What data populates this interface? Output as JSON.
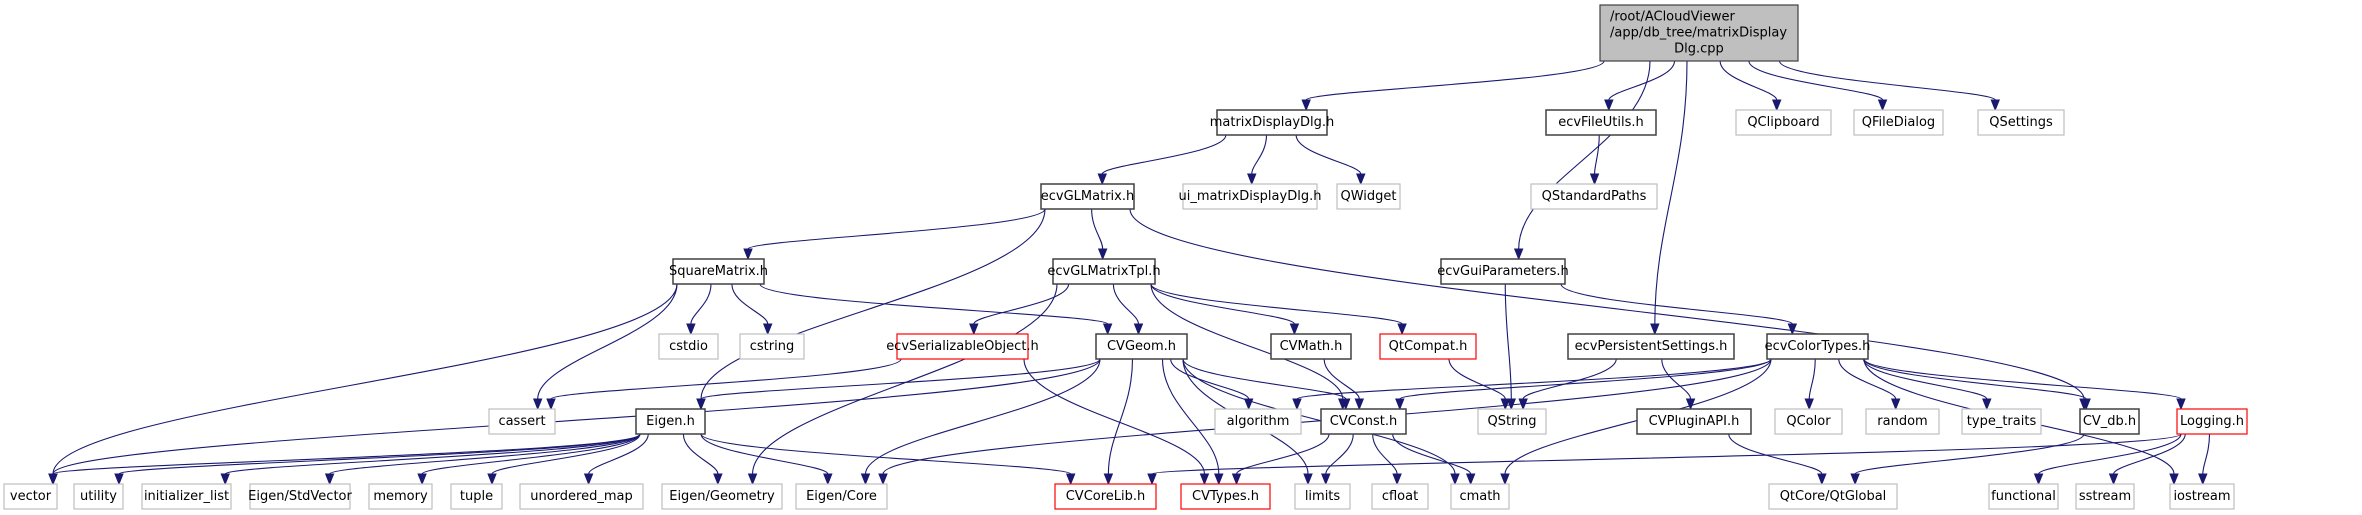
{
  "title": "Include dependency graph for matrixDisplayDlg.cpp",
  "colors": {
    "edge": "#191970",
    "root_fill": "#bfbfbf",
    "documented_border": "#404040",
    "external_border": "#bfbfbf",
    "undocumented_border": "#ff0000"
  },
  "nodes": [
    {
      "id": "root",
      "kind": "root",
      "lines": [
        "/root/ACloudViewer",
        "/app/db_tree/matrixDisplay",
        "Dlg.cpp"
      ]
    },
    {
      "id": "matrixDisplayDlg",
      "kind": "doc",
      "lines": [
        "matrixDisplayDlg.h"
      ]
    },
    {
      "id": "ecvFileUtils",
      "kind": "doc",
      "lines": [
        "ecvFileUtils.h"
      ]
    },
    {
      "id": "QClipboard",
      "kind": "ext",
      "lines": [
        "QClipboard"
      ]
    },
    {
      "id": "QFileDialog",
      "kind": "ext",
      "lines": [
        "QFileDialog"
      ]
    },
    {
      "id": "QSettings",
      "kind": "ext",
      "lines": [
        "QSettings"
      ]
    },
    {
      "id": "ecvGLMatrix",
      "kind": "doc",
      "lines": [
        "ecvGLMatrix.h"
      ]
    },
    {
      "id": "ui_matrixDisplayDlg",
      "kind": "ext",
      "lines": [
        "ui_matrixDisplayDlg.h"
      ]
    },
    {
      "id": "QWidget",
      "kind": "ext",
      "lines": [
        "QWidget"
      ]
    },
    {
      "id": "QStandardPaths",
      "kind": "ext",
      "lines": [
        "QStandardPaths"
      ]
    },
    {
      "id": "SquareMatrix",
      "kind": "doc",
      "lines": [
        "SquareMatrix.h"
      ]
    },
    {
      "id": "ecvGLMatrixTpl",
      "kind": "doc",
      "lines": [
        "ecvGLMatrixTpl.h"
      ]
    },
    {
      "id": "ecvGuiParameters",
      "kind": "doc",
      "lines": [
        "ecvGuiParameters.h"
      ]
    },
    {
      "id": "cstdio",
      "kind": "ext",
      "lines": [
        "cstdio"
      ]
    },
    {
      "id": "cstring",
      "kind": "ext",
      "lines": [
        "cstring"
      ]
    },
    {
      "id": "ecvSerializableObject",
      "kind": "red",
      "lines": [
        "ecvSerializableObject.h"
      ]
    },
    {
      "id": "CVGeom",
      "kind": "doc",
      "lines": [
        "CVGeom.h"
      ]
    },
    {
      "id": "CVMath",
      "kind": "doc",
      "lines": [
        "CVMath.h"
      ]
    },
    {
      "id": "QtCompat",
      "kind": "red",
      "lines": [
        "QtCompat.h"
      ]
    },
    {
      "id": "ecvPersistentSettings",
      "kind": "doc",
      "lines": [
        "ecvPersistentSettings.h"
      ]
    },
    {
      "id": "ecvColorTypes",
      "kind": "doc",
      "lines": [
        "ecvColorTypes.h"
      ]
    },
    {
      "id": "cassert",
      "kind": "ext",
      "lines": [
        "cassert"
      ]
    },
    {
      "id": "Eigen",
      "kind": "doc",
      "lines": [
        "Eigen.h"
      ]
    },
    {
      "id": "algorithm",
      "kind": "ext",
      "lines": [
        "algorithm"
      ]
    },
    {
      "id": "CVConst",
      "kind": "doc",
      "lines": [
        "CVConst.h"
      ]
    },
    {
      "id": "QString",
      "kind": "ext",
      "lines": [
        "QString"
      ]
    },
    {
      "id": "CVPluginAPI",
      "kind": "doc",
      "lines": [
        "CVPluginAPI.h"
      ]
    },
    {
      "id": "QColor",
      "kind": "ext",
      "lines": [
        "QColor"
      ]
    },
    {
      "id": "random",
      "kind": "ext",
      "lines": [
        "random"
      ]
    },
    {
      "id": "type_traits",
      "kind": "ext",
      "lines": [
        "type_traits"
      ]
    },
    {
      "id": "CV_db",
      "kind": "doc",
      "lines": [
        "CV_db.h"
      ]
    },
    {
      "id": "Logging",
      "kind": "red",
      "lines": [
        "Logging.h"
      ]
    },
    {
      "id": "vector",
      "kind": "ext",
      "lines": [
        "vector"
      ]
    },
    {
      "id": "utility",
      "kind": "ext",
      "lines": [
        "utility"
      ]
    },
    {
      "id": "initializer_list",
      "kind": "ext",
      "lines": [
        "initializer_list"
      ]
    },
    {
      "id": "EigenStdVector",
      "kind": "ext",
      "lines": [
        "Eigen/StdVector"
      ]
    },
    {
      "id": "memory",
      "kind": "ext",
      "lines": [
        "memory"
      ]
    },
    {
      "id": "tuple",
      "kind": "ext",
      "lines": [
        "tuple"
      ]
    },
    {
      "id": "unordered_map",
      "kind": "ext",
      "lines": [
        "unordered_map"
      ]
    },
    {
      "id": "EigenGeometry",
      "kind": "ext",
      "lines": [
        "Eigen/Geometry"
      ]
    },
    {
      "id": "EigenCore",
      "kind": "ext",
      "lines": [
        "Eigen/Core"
      ]
    },
    {
      "id": "CVCoreLib",
      "kind": "red",
      "lines": [
        "CVCoreLib.h"
      ]
    },
    {
      "id": "CVTypes",
      "kind": "red",
      "lines": [
        "CVTypes.h"
      ]
    },
    {
      "id": "limits",
      "kind": "ext",
      "lines": [
        "limits"
      ]
    },
    {
      "id": "cfloat",
      "kind": "ext",
      "lines": [
        "cfloat"
      ]
    },
    {
      "id": "cmath",
      "kind": "ext",
      "lines": [
        "cmath"
      ]
    },
    {
      "id": "QtCoreQtGlobal",
      "kind": "ext",
      "lines": [
        "QtCore/QtGlobal"
      ]
    },
    {
      "id": "functional",
      "kind": "ext",
      "lines": [
        "functional"
      ]
    },
    {
      "id": "sstream",
      "kind": "ext",
      "lines": [
        "sstream"
      ]
    },
    {
      "id": "iostream",
      "kind": "ext",
      "lines": [
        "iostream"
      ]
    }
  ],
  "edges": [
    [
      "root",
      "matrixDisplayDlg"
    ],
    [
      "root",
      "ecvFileUtils"
    ],
    [
      "root",
      "QClipboard"
    ],
    [
      "root",
      "QFileDialog"
    ],
    [
      "root",
      "QSettings"
    ],
    [
      "root",
      "ecvGuiParameters"
    ],
    [
      "root",
      "ecvPersistentSettings"
    ],
    [
      "matrixDisplayDlg",
      "ecvGLMatrix"
    ],
    [
      "matrixDisplayDlg",
      "ui_matrixDisplayDlg"
    ],
    [
      "matrixDisplayDlg",
      "QWidget"
    ],
    [
      "ecvFileUtils",
      "QStandardPaths"
    ],
    [
      "ecvGLMatrix",
      "SquareMatrix"
    ],
    [
      "ecvGLMatrix",
      "ecvGLMatrixTpl"
    ],
    [
      "ecvGLMatrix",
      "Eigen"
    ],
    [
      "ecvGLMatrix",
      "CV_db"
    ],
    [
      "SquareMatrix",
      "cstdio"
    ],
    [
      "SquareMatrix",
      "cstring"
    ],
    [
      "SquareMatrix",
      "cassert"
    ],
    [
      "SquareMatrix",
      "vector"
    ],
    [
      "SquareMatrix",
      "CVGeom"
    ],
    [
      "ecvGLMatrixTpl",
      "ecvSerializableObject"
    ],
    [
      "ecvGLMatrixTpl",
      "CVGeom"
    ],
    [
      "ecvGLMatrixTpl",
      "CVMath"
    ],
    [
      "ecvGLMatrixTpl",
      "QtCompat"
    ],
    [
      "ecvGLMatrixTpl",
      "CVConst"
    ],
    [
      "ecvGLMatrixTpl",
      "EigenGeometry"
    ],
    [
      "ecvGuiParameters",
      "QString"
    ],
    [
      "ecvGuiParameters",
      "ecvColorTypes"
    ],
    [
      "ecvSerializableObject",
      "CVTypes"
    ],
    [
      "ecvSerializableObject",
      "cassert"
    ],
    [
      "CVGeom",
      "Eigen"
    ],
    [
      "CVGeom",
      "algorithm"
    ],
    [
      "CVGeom",
      "CVConst"
    ],
    [
      "CVGeom",
      "EigenCore"
    ],
    [
      "CVGeom",
      "CVCoreLib"
    ],
    [
      "CVGeom",
      "CVTypes"
    ],
    [
      "CVGeom",
      "limits"
    ],
    [
      "CVGeom",
      "cmath"
    ],
    [
      "CVGeom",
      "vector"
    ],
    [
      "CVMath",
      "CVConst"
    ],
    [
      "QtCompat",
      "QString"
    ],
    [
      "ecvPersistentSettings",
      "QString"
    ],
    [
      "ecvPersistentSettings",
      "CVPluginAPI"
    ],
    [
      "ecvColorTypes",
      "QColor"
    ],
    [
      "ecvColorTypes",
      "random"
    ],
    [
      "ecvColorTypes",
      "type_traits"
    ],
    [
      "ecvColorTypes",
      "CV_db"
    ],
    [
      "ecvColorTypes",
      "Logging"
    ],
    [
      "ecvColorTypes",
      "iostream"
    ],
    [
      "ecvColorTypes",
      "algorithm"
    ],
    [
      "ecvColorTypes",
      "CVConst"
    ],
    [
      "ecvColorTypes",
      "cmath"
    ],
    [
      "ecvColorTypes",
      "EigenCore"
    ],
    [
      "Eigen",
      "vector"
    ],
    [
      "Eigen",
      "utility"
    ],
    [
      "Eigen",
      "initializer_list"
    ],
    [
      "Eigen",
      "EigenStdVector"
    ],
    [
      "Eigen",
      "memory"
    ],
    [
      "Eigen",
      "tuple"
    ],
    [
      "Eigen",
      "unordered_map"
    ],
    [
      "Eigen",
      "EigenGeometry"
    ],
    [
      "Eigen",
      "EigenCore"
    ],
    [
      "Eigen",
      "CVCoreLib"
    ],
    [
      "CVConst",
      "CVTypes"
    ],
    [
      "CVConst",
      "limits"
    ],
    [
      "CVConst",
      "cfloat"
    ],
    [
      "CVConst",
      "cmath"
    ],
    [
      "CVPluginAPI",
      "QtCoreQtGlobal"
    ],
    [
      "CV_db",
      "QtCoreQtGlobal"
    ],
    [
      "Logging",
      "functional"
    ],
    [
      "Logging",
      "sstream"
    ],
    [
      "Logging",
      "iostream"
    ],
    [
      "Logging",
      "CVCoreLib"
    ]
  ]
}
